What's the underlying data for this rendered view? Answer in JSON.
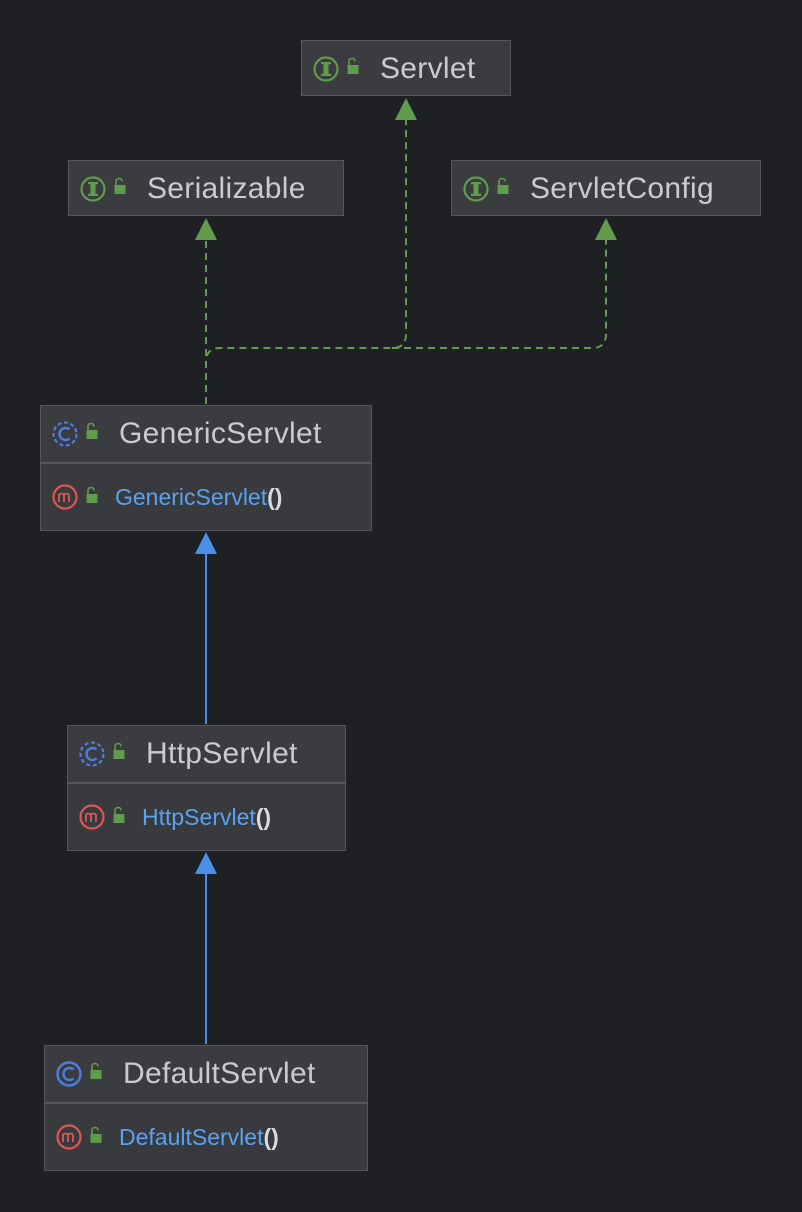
{
  "diagram": {
    "nodes": {
      "servlet": {
        "name": "Servlet",
        "kind": "interface"
      },
      "serializable": {
        "name": "Serializable",
        "kind": "interface"
      },
      "servletconfig": {
        "name": "ServletConfig",
        "kind": "interface"
      },
      "genericservlet": {
        "name": "GenericServlet",
        "kind": "abstract-class",
        "method": "GenericServlet",
        "method_parens": "()"
      },
      "httpservlet": {
        "name": "HttpServlet",
        "kind": "abstract-class",
        "method": "HttpServlet",
        "method_parens": "()"
      },
      "defaultservlet": {
        "name": "DefaultServlet",
        "kind": "class",
        "method": "DefaultServlet",
        "method_parens": "()"
      }
    },
    "edges": [
      {
        "from": "GenericServlet",
        "to": "Servlet",
        "type": "implements"
      },
      {
        "from": "GenericServlet",
        "to": "Serializable",
        "type": "implements"
      },
      {
        "from": "GenericServlet",
        "to": "ServletConfig",
        "type": "implements"
      },
      {
        "from": "HttpServlet",
        "to": "GenericServlet",
        "type": "extends"
      },
      {
        "from": "DefaultServlet",
        "to": "HttpServlet",
        "type": "extends"
      }
    ],
    "icons": {
      "interface": "interface-icon",
      "abstract_class": "abstract-class-icon",
      "class": "class-icon",
      "method": "method-icon",
      "public": "public-lock-icon"
    },
    "colors": {
      "background": "#1f2023",
      "implements_edge": "#5f9c4c",
      "extends_edge": "#4a8ee8",
      "interface_icon": "#5f9c4c",
      "class_icon": "#4a7ee0",
      "method_icon": "#e05555",
      "member_text": "#5aa2f0",
      "title_text": "#c9cbd0"
    }
  }
}
